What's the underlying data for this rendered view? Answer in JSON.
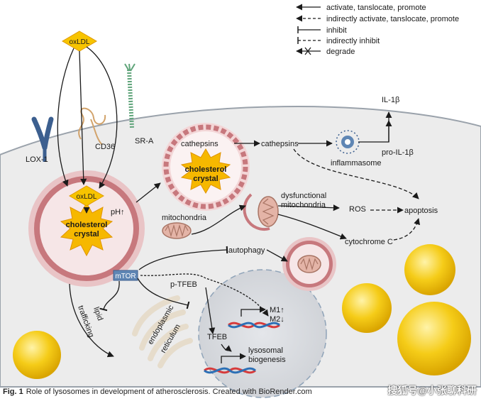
{
  "legend": [
    {
      "style": "solid-arrow",
      "label": "activate, tanslocate, promote"
    },
    {
      "style": "dashed-arrow",
      "label": "indirectly activate, tanslocate, promote"
    },
    {
      "style": "solid-bar",
      "label": "inhibit"
    },
    {
      "style": "dashed-bar",
      "label": "indirectly inhibit"
    },
    {
      "style": "x-arrow",
      "label": "degrade"
    }
  ],
  "labels": {
    "oxldl_top": "oxLDL",
    "oxldl_lyso": "oxLDL",
    "lox1": "LOX-1",
    "cd36": "CD36",
    "sra": "SR-A",
    "cathepsins_lyso": "cathepsins",
    "cathepsins_free": "cathepsins",
    "inflammasome": "inflammasome",
    "il1b": "IL-1β",
    "proil1b": "pro-IL-1β",
    "cholesterol_crystal_1": "cholesterol",
    "cholesterol_crystal_1b": "crystal",
    "cholesterol_crystal_2": "cholesterol",
    "cholesterol_crystal_2b": "crystal",
    "ph": "pH↑",
    "dysfunctional_1": "dysfunctional",
    "dysfunctional_2": "mitochondria",
    "ros": "ROS",
    "apoptosis": "apoptosis",
    "mitochondria": "mitochondria",
    "cytochrome": "cytochrome C",
    "autophagy": "autophagy",
    "mtor": "mTOR",
    "ptfeb": "p-TFEB",
    "tfeb": "TFEB",
    "m1": "M1↑",
    "m2": "M2↓",
    "lyso_bio_1": "lysosomal",
    "lyso_bio_2": "biogenesis",
    "lipid": "lipid",
    "trafficking": "trafficking",
    "er_1": "endoplasmic",
    "er_2": "reticulum"
  },
  "caption": {
    "figure": "Fig. 1",
    "text": "Role of lysosomes in development of atherosclerosis. Created with BioRender.com"
  },
  "watermark": "搜狐号@小张聊科研",
  "colors": {
    "cell_fill": "#ececec",
    "membrane": "#9aa2ab",
    "lysosome_ring": "#c7787d",
    "lysosome_outer": "#e2b6b8",
    "crystal": "#f6b800",
    "oxldl": "#f7c400",
    "nucleus": "#d6d8dc",
    "lipid_droplet": "#f2c300",
    "dna_red": "#d63a3a",
    "dna_blue": "#2c6fb5",
    "mtor_fill": "#5f86b4"
  }
}
